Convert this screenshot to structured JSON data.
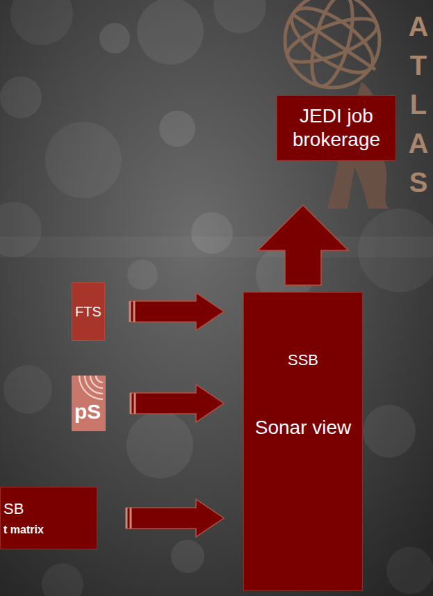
{
  "diagram": {
    "nodes": [
      {
        "text": [
          "JEDI job brokerage"
        ]
      },
      {
        "text": [
          "FTS"
        ]
      },
      {
        "text": [
          "pS"
        ]
      },
      {
        "text": [
          "SSB",
          "Sonar view"
        ]
      },
      {
        "text": [
          "SB",
          "t matrix"
        ]
      }
    ],
    "edges": [
      {
        "from": 1,
        "to": 3,
        "arrow": "to"
      },
      {
        "from": 2,
        "to": 3,
        "arrow": "to"
      },
      {
        "from": 4,
        "to": 3,
        "arrow": "to"
      },
      {
        "from": 3,
        "to": 0,
        "arrow": "to"
      }
    ],
    "labels": [
      "ATLAS"
    ]
  }
}
